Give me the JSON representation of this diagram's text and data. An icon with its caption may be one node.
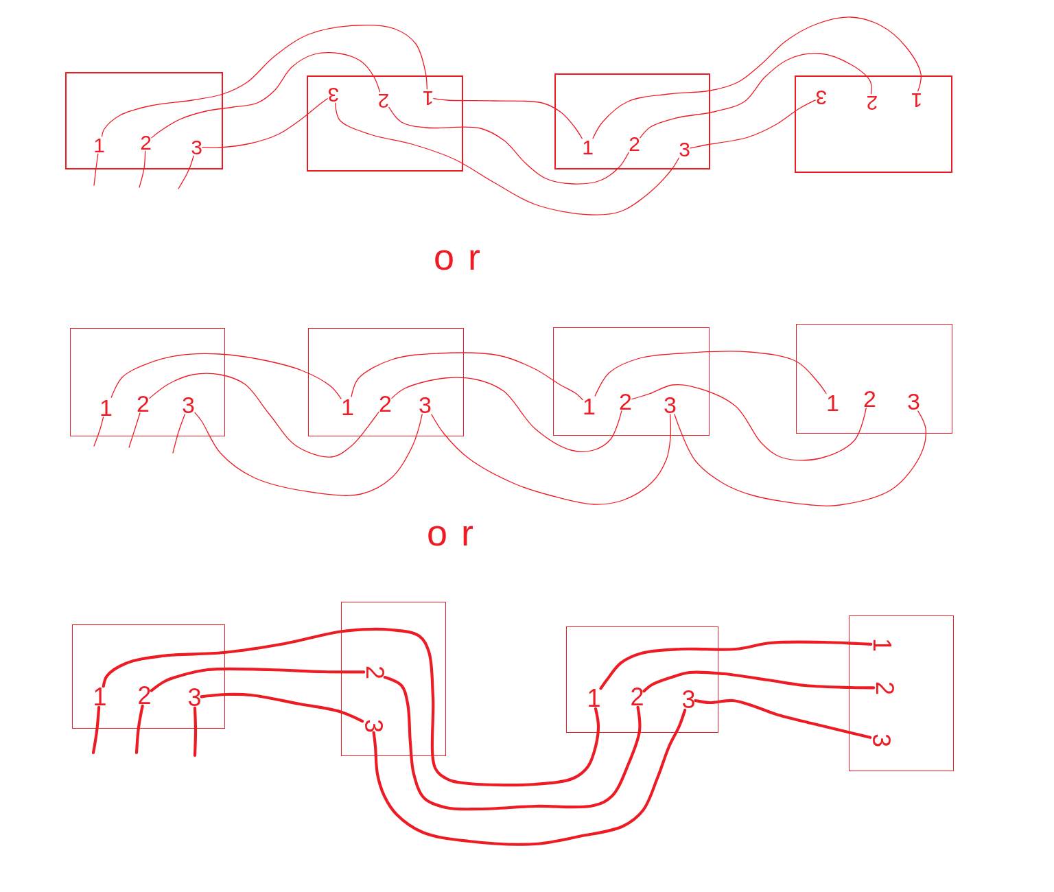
{
  "diagram": {
    "nodes": [
      {
        "text": [],
        "shape": "box"
      },
      {
        "text": [
          "1"
        ],
        "in": 0
      },
      {
        "text": [
          "2"
        ],
        "in": 0
      },
      {
        "text": [
          "3"
        ],
        "in": 0
      },
      {
        "text": [],
        "shape": "box"
      },
      {
        "text": [
          "3"
        ],
        "in": 4
      },
      {
        "text": [
          "2"
        ],
        "in": 4
      },
      {
        "text": [
          "1"
        ],
        "in": 4
      },
      {
        "text": [],
        "shape": "box"
      },
      {
        "text": [
          "1"
        ],
        "in": 8
      },
      {
        "text": [
          "2"
        ],
        "in": 8
      },
      {
        "text": [
          "3"
        ],
        "in": 8
      },
      {
        "text": [],
        "shape": "box"
      },
      {
        "text": [
          "3"
        ],
        "in": 12
      },
      {
        "text": [
          "2"
        ],
        "in": 12
      },
      {
        "text": [
          "1"
        ],
        "in": 12
      },
      {
        "text": [],
        "shape": "box"
      },
      {
        "text": [
          "1"
        ],
        "in": 16
      },
      {
        "text": [
          "2"
        ],
        "in": 16
      },
      {
        "text": [
          "3"
        ],
        "in": 16
      },
      {
        "text": [],
        "shape": "box"
      },
      {
        "text": [
          "1"
        ],
        "in": 20
      },
      {
        "text": [
          "2"
        ],
        "in": 20
      },
      {
        "text": [
          "3"
        ],
        "in": 20
      },
      {
        "text": [],
        "shape": "box"
      },
      {
        "text": [
          "1"
        ],
        "in": 24
      },
      {
        "text": [
          "2"
        ],
        "in": 24
      },
      {
        "text": [
          "3"
        ],
        "in": 24
      },
      {
        "text": [],
        "shape": "box"
      },
      {
        "text": [
          "1"
        ],
        "in": 28
      },
      {
        "text": [
          "2"
        ],
        "in": 28
      },
      {
        "text": [
          "3"
        ],
        "in": 28
      },
      {
        "text": [],
        "shape": "box"
      },
      {
        "text": [
          "1"
        ],
        "in": 32
      },
      {
        "text": [
          "2"
        ],
        "in": 32
      },
      {
        "text": [
          "3"
        ],
        "in": 32
      },
      {
        "text": [],
        "shape": "box"
      },
      {
        "text": [
          "2"
        ],
        "in": 36
      },
      {
        "text": [
          "3"
        ],
        "in": 36
      },
      {
        "text": [],
        "shape": "box"
      },
      {
        "text": [
          "1"
        ],
        "in": 39
      },
      {
        "text": [
          "2"
        ],
        "in": 39
      },
      {
        "text": [
          "3"
        ],
        "in": 39
      },
      {
        "text": [],
        "shape": "box"
      },
      {
        "text": [
          "1"
        ],
        "in": 43
      },
      {
        "text": [
          "2"
        ],
        "in": 43
      },
      {
        "text": [
          "3"
        ],
        "in": 43
      }
    ],
    "edges": [
      {
        "from": null,
        "to": 1,
        "arrow": "none"
      },
      {
        "from": null,
        "to": 2,
        "arrow": "none"
      },
      {
        "from": null,
        "to": 3,
        "arrow": "none"
      },
      {
        "from": 1,
        "to": 7,
        "arrow": "none"
      },
      {
        "from": 2,
        "to": 6,
        "arrow": "none"
      },
      {
        "from": 3,
        "to": 5,
        "arrow": "none"
      },
      {
        "from": 7,
        "to": 9,
        "arrow": "none"
      },
      {
        "from": 6,
        "to": 10,
        "arrow": "none"
      },
      {
        "from": 5,
        "to": 11,
        "arrow": "none"
      },
      {
        "from": 9,
        "to": 15,
        "arrow": "none"
      },
      {
        "from": 10,
        "to": 14,
        "arrow": "none"
      },
      {
        "from": 11,
        "to": 13,
        "arrow": "none"
      },
      {
        "from": null,
        "to": 17,
        "arrow": "none"
      },
      {
        "from": null,
        "to": 18,
        "arrow": "none"
      },
      {
        "from": null,
        "to": 19,
        "arrow": "none"
      },
      {
        "from": 17,
        "to": 21,
        "arrow": "none"
      },
      {
        "from": 18,
        "to": 22,
        "arrow": "none"
      },
      {
        "from": 19,
        "to": 23,
        "arrow": "none"
      },
      {
        "from": 21,
        "to": 25,
        "arrow": "none"
      },
      {
        "from": 22,
        "to": 26,
        "arrow": "none"
      },
      {
        "from": 23,
        "to": 27,
        "arrow": "none"
      },
      {
        "from": 25,
        "to": 29,
        "arrow": "none"
      },
      {
        "from": 26,
        "to": 30,
        "arrow": "none"
      },
      {
        "from": 27,
        "to": 31,
        "arrow": "none"
      },
      {
        "from": null,
        "to": 33,
        "arrow": "none",
        "style": "thick"
      },
      {
        "from": null,
        "to": 34,
        "arrow": "none",
        "style": "thick"
      },
      {
        "from": null,
        "to": 35,
        "arrow": "none",
        "style": "thick"
      },
      {
        "from": 33,
        "to": 40,
        "arrow": "none",
        "style": "thick"
      },
      {
        "from": 34,
        "to": 37,
        "arrow": "none",
        "style": "thick"
      },
      {
        "from": 35,
        "to": 38,
        "arrow": "none",
        "style": "thick"
      },
      {
        "from": 37,
        "to": 41,
        "arrow": "none",
        "style": "thick"
      },
      {
        "from": 38,
        "to": 42,
        "arrow": "none",
        "style": "thick"
      },
      {
        "from": 40,
        "to": 44,
        "arrow": "none",
        "style": "thick"
      },
      {
        "from": 41,
        "to": 45,
        "arrow": "none",
        "style": "thick"
      },
      {
        "from": 42,
        "to": 46,
        "arrow": "none",
        "style": "thick"
      }
    ],
    "labels": [
      "or",
      "or"
    ]
  }
}
